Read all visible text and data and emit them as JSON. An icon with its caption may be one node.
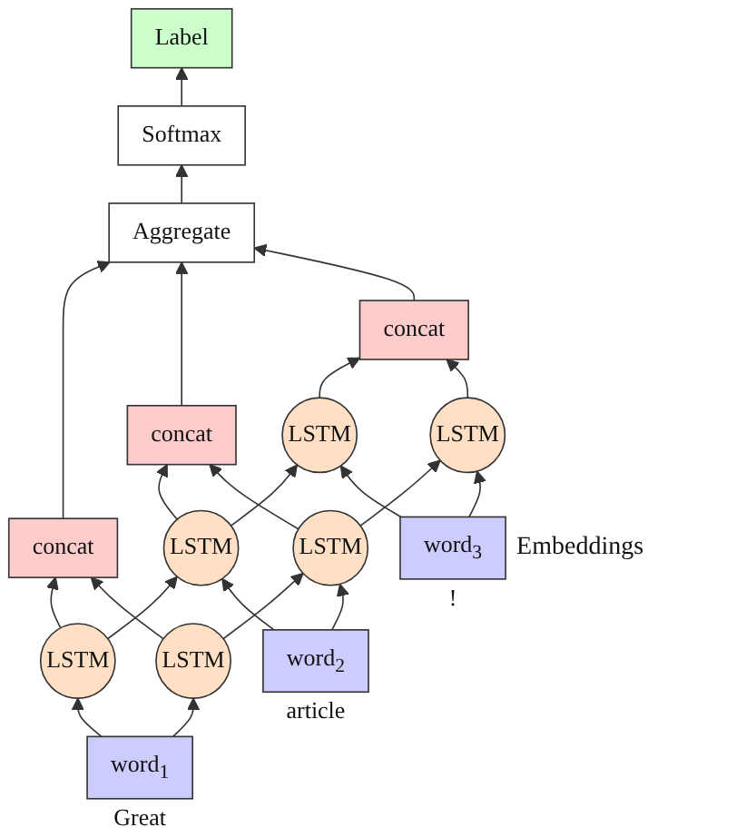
{
  "diagram": {
    "nodes": [
      {
        "text": [
          "Aggregate"
        ]
      },
      {
        "text": [
          "Softmax"
        ]
      },
      {
        "text": [
          "Label"
        ]
      },
      {
        "text": [
          "concat"
        ]
      },
      {
        "text": [
          "concat"
        ]
      },
      {
        "text": [
          "concat"
        ]
      },
      {
        "text": [
          "LSTM"
        ]
      },
      {
        "text": [
          "LSTM"
        ]
      },
      {
        "text": [
          "LSTM"
        ]
      },
      {
        "text": [
          "LSTM"
        ]
      },
      {
        "text": [
          "LSTM"
        ]
      },
      {
        "text": [
          "LSTM"
        ]
      },
      {
        "text": [
          "word$_{1}$"
        ],
        "beside": [
          "Great"
        ]
      },
      {
        "text": [
          "word$_{2}$"
        ],
        "beside": [
          "article"
        ]
      },
      {
        "text": [
          "word$_{3}$"
        ],
        "beside": [
          "!"
        ]
      }
    ],
    "edges": [
      {
        "from": 3,
        "to": 0,
        "arrow": "to"
      },
      {
        "from": 4,
        "to": 0,
        "arrow": "to"
      },
      {
        "from": 5,
        "to": 0,
        "arrow": "to"
      },
      {
        "from": 0,
        "to": 1,
        "arrow": "to"
      },
      {
        "from": 1,
        "to": 2,
        "arrow": "to"
      },
      {
        "from": 6,
        "to": 3,
        "arrow": "to"
      },
      {
        "from": 9,
        "to": 3,
        "arrow": "to"
      },
      {
        "from": 7,
        "to": 4,
        "arrow": "to"
      },
      {
        "from": 10,
        "to": 4,
        "arrow": "to"
      },
      {
        "from": 8,
        "to": 5,
        "arrow": "to"
      },
      {
        "from": 11,
        "to": 5,
        "arrow": "to"
      },
      {
        "from": 6,
        "to": 7,
        "arrow": "to"
      },
      {
        "from": 7,
        "to": 8,
        "arrow": "to"
      },
      {
        "from": 9,
        "to": 10,
        "arrow": "to"
      },
      {
        "from": 10,
        "to": 11,
        "arrow": "to"
      },
      {
        "from": 12,
        "to": 9,
        "arrow": "to"
      },
      {
        "from": 12,
        "to": 6,
        "arrow": "to"
      },
      {
        "from": 13,
        "to": 10,
        "arrow": "to"
      },
      {
        "from": 13,
        "to": 7,
        "arrow": "to"
      },
      {
        "from": 14,
        "to": 11,
        "arrow": "to"
      },
      {
        "from": 14,
        "to": 8,
        "arrow": "to"
      }
    ],
    "labels": [
      "Embeddings"
    ]
  }
}
